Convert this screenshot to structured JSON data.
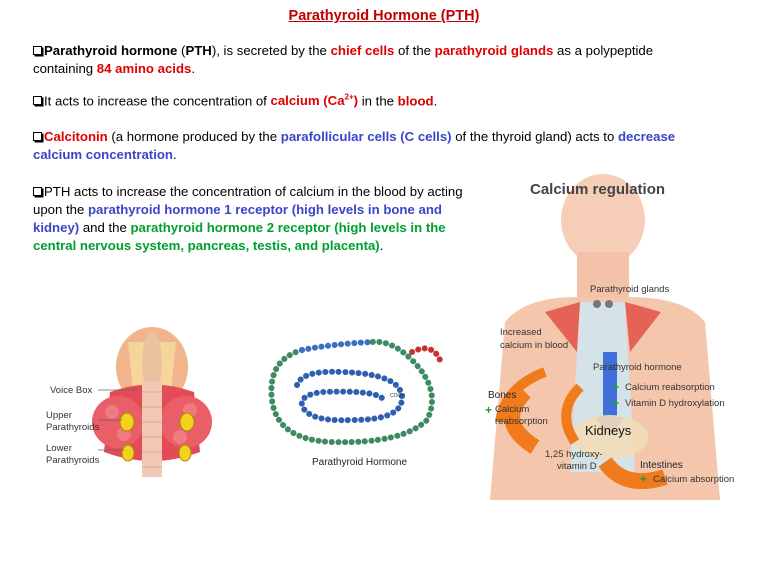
{
  "title": "Parathyroid Hormone (PTH)",
  "p1": {
    "t1": "Parathyroid hormone",
    "t2": " (",
    "t3": "PTH",
    "t4": "), is secreted by the ",
    "t5": "chief cells",
    "t6": " of the ",
    "t7": "parathyroid glands",
    "t8": " as a polypeptide containing ",
    "t9": "84 amino acids",
    "t10": "."
  },
  "p2": {
    "t1": "It acts to increase the concentration of ",
    "t2": "calcium (Ca",
    "t2sup": "2+",
    "t3": ")",
    "t4": " in the ",
    "t5": "blood",
    "t6": "."
  },
  "p3": {
    "t1": "Calcitonin",
    "t2": " (a hormone produced by the ",
    "t3": "parafollicular cells (C cells)",
    "t4": " of the thyroid gland) acts to ",
    "t5": "decrease calcium concentration",
    "t6": "."
  },
  "p4": {
    "t1": "PTH acts to increase the concentration of calcium in the blood by acting upon the ",
    "t2": "parathyroid hormone 1 receptor (high levels in bone and kidney)",
    "t3": " and the ",
    "t4": "parathyroid hormone 2 receptor (high levels in the central nervous system, pancreas, testis, and placenta)",
    "t5": "."
  },
  "fig_thyroid": {
    "voice_box": "Voice Box",
    "upper_1": "Upper",
    "upper_2": "Parathyroids",
    "lower_1": "Lower",
    "lower_2": "Parathyroids"
  },
  "fig_chain": {
    "caption": "Parathyroid Hormone",
    "cooh": "COOH"
  },
  "fig_regulation": {
    "title": "Calcium regulation",
    "parathyroid_glands": "Parathyroid glands",
    "increased_1": "Increased",
    "increased_2": "calcium in blood",
    "parathyroid_hormone": "Parathyroid hormone",
    "bones": "Bones",
    "bone_1": "Calcium",
    "bone_2": "reabsorption",
    "calcium_reabsorption": "Calcium reabsorption",
    "vitamin_d_hydrox": "Vitamin D hydroxylation",
    "kidneys": "Kidneys",
    "vitd_1": "1,25 hydroxy-",
    "vitd_2": "vitamin D",
    "intestines": "Intestines",
    "calcium_absorption": "Calcium absorption"
  }
}
